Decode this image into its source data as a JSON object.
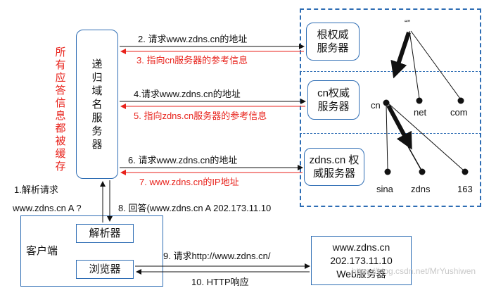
{
  "left_note": "所有应答信息都被缓存",
  "resolver": {
    "label": "递归域名服务器"
  },
  "servers": {
    "root": "根权威服务器",
    "cn": "cn权威服务器",
    "zdns": "zdns.cn 权威服务器"
  },
  "messages": {
    "m2": "2. 请求www.zdns.cn的地址",
    "m3": "3. 指向cn服务器的参考信息",
    "m4": "4.请求www.zdns.cn的地址",
    "m5": "5. 指向zdns.cn服务器的参考信息",
    "m6": "6. 请求www.zdns.cn的地址",
    "m7": "7. www.zdns.cn的IP地址",
    "m1a": "1.解析请求",
    "m1b": "www.zdns.cn A ?",
    "m8": "8. 回答(www.zdns.cn A 202.173.11.10",
    "m9": "9. 请求http://www.zdns.cn/",
    "m10": "10. HTTP响应"
  },
  "client": {
    "label": "客户端",
    "parser": "解析器",
    "browser": "浏览器"
  },
  "web_server": {
    "line1": "www.zdns.cn",
    "line2": "202.173.11.10",
    "line3": "Web服务器"
  },
  "tree": {
    "root": "“”",
    "cn": "cn",
    "net": "net",
    "com": "com",
    "sina": "sina",
    "zdns": "zdns",
    "n163": "163"
  },
  "watermark": "https://blog.csdn.net/MrYushiwen",
  "colors": {
    "box_border": "#2e6db4",
    "red": "#e8221b"
  }
}
